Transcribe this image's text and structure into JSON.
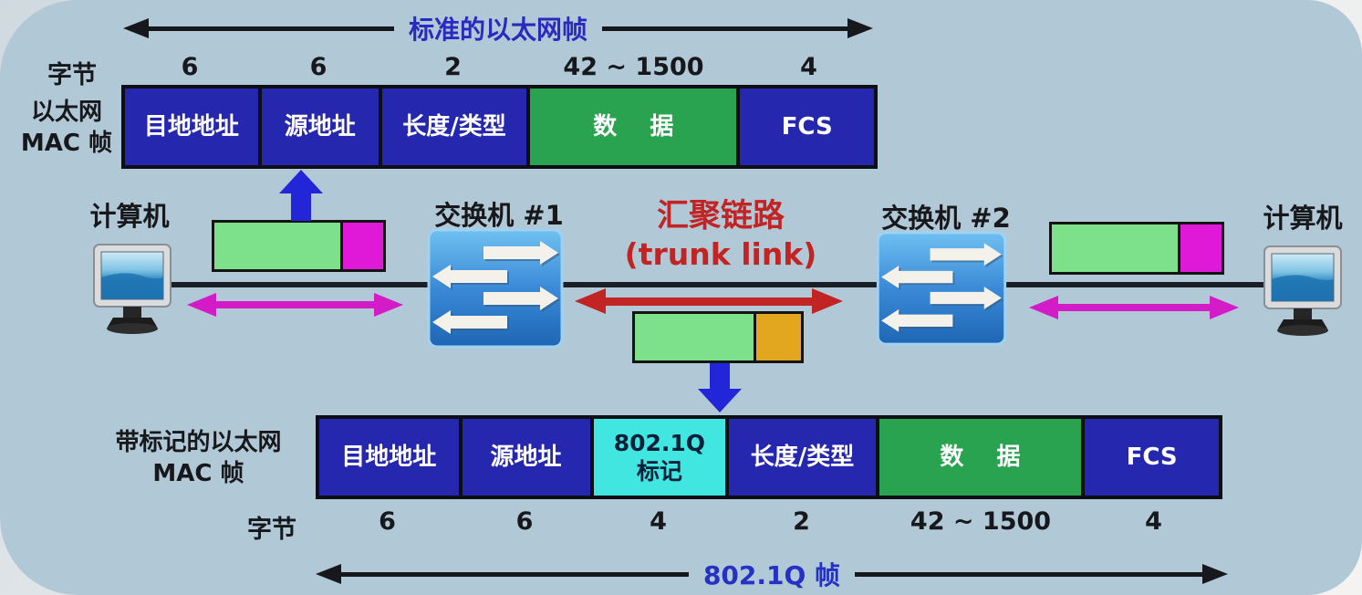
{
  "colors": {
    "panel_bg": "#b1c8d7",
    "field_blue": "#2527ae",
    "field_green": "#2aa351",
    "tag_cyan": "#41e6e0",
    "frame_light_green": "#7de18b",
    "frame_magenta": "#e018d8",
    "frame_orange": "#e3a71f",
    "arrow_magenta": "#d31bc7",
    "arrow_red": "#c22424",
    "arrow_blue": "#2325d8",
    "title_blue": "#2a2ac0",
    "black_line": "#1b1f26"
  },
  "standard_frame": {
    "title": "标准的以太网帧",
    "bytes_caption": "字节",
    "row_label_line1": "以太网",
    "row_label_line2": "MAC 帧",
    "fields": [
      {
        "label": "目地地址",
        "bytes": "6"
      },
      {
        "label": "源地址",
        "bytes": "6"
      },
      {
        "label": "长度/类型",
        "bytes": "2"
      },
      {
        "label": "数    据",
        "bytes": "42 ~ 1500"
      },
      {
        "label": "FCS",
        "bytes": "4"
      }
    ]
  },
  "network": {
    "computer_left_label": "计算机",
    "computer_right_label": "计算机",
    "switch1_label": "交换机 #1",
    "switch2_label": "交换机 #2",
    "trunk_line1": "汇聚链路",
    "trunk_line2": "(trunk link)"
  },
  "tagged_frame": {
    "title": "802.1Q 帧",
    "bytes_caption": "字节",
    "row_label_line1": "带标记的以太网",
    "row_label_line2": "MAC 帧",
    "fields": [
      {
        "label": "目地地址",
        "bytes": "6"
      },
      {
        "label": "源地址",
        "bytes": "6"
      },
      {
        "label": "802.1Q",
        "label2": "标记",
        "bytes": "4"
      },
      {
        "label": "长度/类型",
        "bytes": "2"
      },
      {
        "label": "数    据",
        "bytes": "42 ~ 1500"
      },
      {
        "label": "FCS",
        "bytes": "4"
      }
    ]
  }
}
